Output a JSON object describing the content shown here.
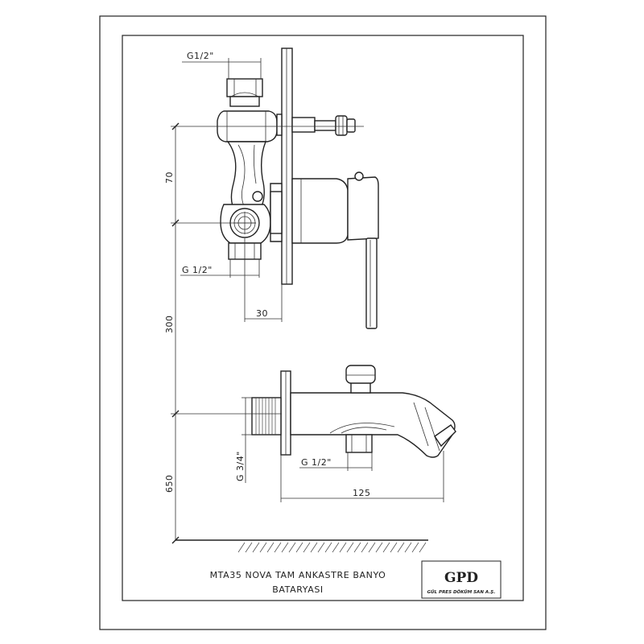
{
  "dimensions": {
    "inlet_top": "G1/2\"",
    "inlet_bottom": "G 1/2\"",
    "height_70": "70",
    "depth_30": "30",
    "height_300": "300",
    "spout_thread": "G 3/4\"",
    "spout_outlet": "G 1/2\"",
    "height_650": "650",
    "length_125": "125"
  },
  "title": {
    "line1": "MTA35 NOVA TAM ANKASTRE BANYO",
    "line2": "BATARYASI"
  },
  "logo": {
    "mark": "GPD",
    "company": "GÜL PRES DÖKÜM SAN A.Ş."
  }
}
